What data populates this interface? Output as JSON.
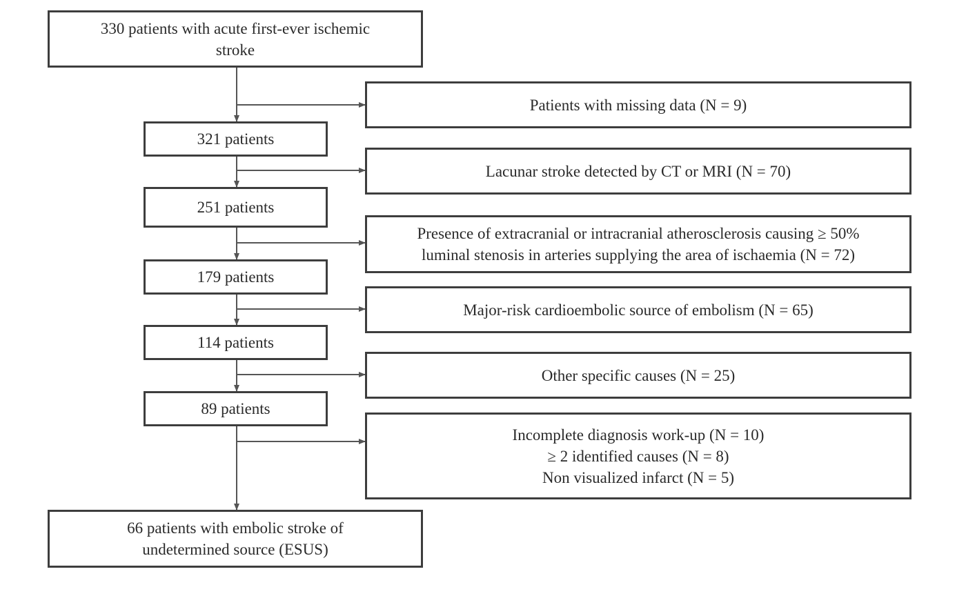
{
  "flowchart": {
    "start": {
      "line1": "330 patients with acute first-ever ischemic",
      "line2": "stroke"
    },
    "steps": [
      {
        "label": "321 patients"
      },
      {
        "label": "251 patients"
      },
      {
        "label": "179 patients"
      },
      {
        "label": "114 patients"
      },
      {
        "label": "89 patients"
      }
    ],
    "exclusions": [
      {
        "lines": [
          "Patients with missing data (N = 9)"
        ]
      },
      {
        "lines": [
          "Lacunar stroke detected by CT or MRI (N = 70)"
        ]
      },
      {
        "lines": [
          "Presence of extracranial or intracranial atherosclerosis causing ≥ 50%",
          "luminal stenosis in arteries supplying the area of ischaemia (N = 72)"
        ]
      },
      {
        "lines": [
          "Major-risk cardioembolic source of embolism (N = 65)"
        ]
      },
      {
        "lines": [
          "Other specific causes (N = 25)"
        ]
      },
      {
        "lines": [
          "Incomplete diagnosis work-up (N = 10)",
          "≥ 2 identified causes (N = 8)",
          "Non visualized infarct (N = 5)"
        ]
      }
    ],
    "final": {
      "line1": "66 patients with embolic stroke of",
      "line2": "undetermined source (ESUS)"
    }
  }
}
